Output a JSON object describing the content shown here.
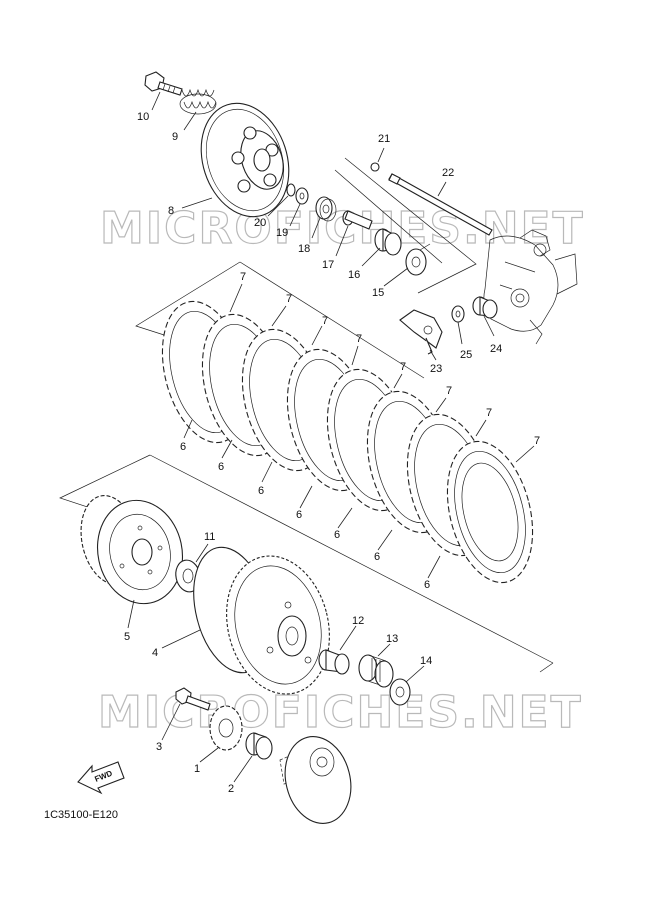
{
  "diagram": {
    "watermark": "MICROFICHES.NET",
    "drawing_code": "1C35100-E120",
    "fwd_label": "FWD",
    "callouts": [
      {
        "id": "10",
        "label": "10"
      },
      {
        "id": "9",
        "label": "9"
      },
      {
        "id": "8",
        "label": "8"
      },
      {
        "id": "21",
        "label": "21"
      },
      {
        "id": "22",
        "label": "22"
      },
      {
        "id": "20",
        "label": "20"
      },
      {
        "id": "19",
        "label": "19"
      },
      {
        "id": "18",
        "label": "18"
      },
      {
        "id": "17",
        "label": "17"
      },
      {
        "id": "16",
        "label": "16"
      },
      {
        "id": "15",
        "label": "15"
      },
      {
        "id": "25",
        "label": "25"
      },
      {
        "id": "24",
        "label": "24"
      },
      {
        "id": "23",
        "label": "23"
      },
      {
        "id": "7a",
        "label": "7"
      },
      {
        "id": "7b",
        "label": "7"
      },
      {
        "id": "7c",
        "label": "7"
      },
      {
        "id": "7d",
        "label": "7"
      },
      {
        "id": "7e",
        "label": "7"
      },
      {
        "id": "7f",
        "label": "7"
      },
      {
        "id": "7g",
        "label": "7"
      },
      {
        "id": "7h",
        "label": "7"
      },
      {
        "id": "6a",
        "label": "6"
      },
      {
        "id": "6b",
        "label": "6"
      },
      {
        "id": "6c",
        "label": "6"
      },
      {
        "id": "6d",
        "label": "6"
      },
      {
        "id": "6e",
        "label": "6"
      },
      {
        "id": "6f",
        "label": "6"
      },
      {
        "id": "6g",
        "label": "6"
      },
      {
        "id": "5",
        "label": "5"
      },
      {
        "id": "11",
        "label": "11"
      },
      {
        "id": "4",
        "label": "4"
      },
      {
        "id": "12",
        "label": "12"
      },
      {
        "id": "13",
        "label": "13"
      },
      {
        "id": "14",
        "label": "14"
      },
      {
        "id": "3",
        "label": "3"
      },
      {
        "id": "1",
        "label": "1"
      },
      {
        "id": "2",
        "label": "2"
      }
    ]
  }
}
